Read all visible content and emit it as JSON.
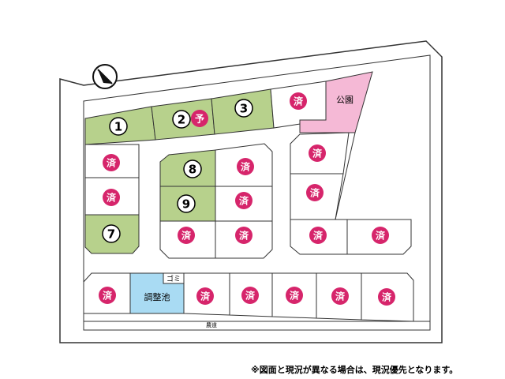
{
  "map": {
    "colors": {
      "available": "#b7d18c",
      "sold": "#ffffff",
      "park": "#f5b9d6",
      "pond": "#a9dbf3",
      "badge": "#d6256b",
      "outline": "#333333",
      "road": "#ffffff"
    },
    "compass_icon": "north-arrow-icon",
    "sold_label": "済",
    "reserved_label": "予",
    "park_label": "公園",
    "pond_label": "調整池",
    "garbage_label": "ゴミ",
    "road_label": "農道",
    "available_lots": [
      {
        "id": "lot-1",
        "number": "1"
      },
      {
        "id": "lot-2",
        "number": "2"
      },
      {
        "id": "lot-3",
        "number": "3"
      },
      {
        "id": "lot-7",
        "number": "7"
      },
      {
        "id": "lot-8",
        "number": "8"
      },
      {
        "id": "lot-9",
        "number": "9"
      }
    ],
    "sold_lot_count": 17
  },
  "footnote": "※図面と現況が異なる場合は、現況優先となります。"
}
